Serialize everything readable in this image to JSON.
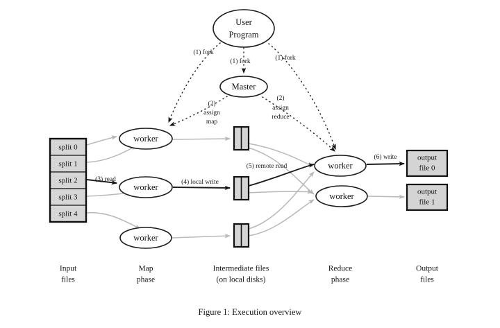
{
  "figure": {
    "caption": "Figure 1: Execution overview",
    "background_color": "#ffffff",
    "box_fill_color": "#d4d4d4",
    "faint_edge_color": "#b8b8b8",
    "dark_edge_color": "#1d1d1d"
  },
  "nodes": {
    "user_program": {
      "line1": "User",
      "line2": "Program"
    },
    "master": {
      "label": "Master"
    },
    "map_workers": [
      {
        "label": "worker"
      },
      {
        "label": "worker"
      },
      {
        "label": "worker"
      }
    ],
    "reduce_workers": [
      {
        "label": "worker"
      },
      {
        "label": "worker"
      }
    ]
  },
  "input_splits": [
    {
      "label": "split 0"
    },
    {
      "label": "split 1"
    },
    {
      "label": "split 2"
    },
    {
      "label": "split 3"
    },
    {
      "label": "split 4"
    }
  ],
  "intermediate_files": [
    {
      "name": "intermediate-file-0"
    },
    {
      "name": "intermediate-file-1"
    },
    {
      "name": "intermediate-file-2"
    }
  ],
  "output_files": [
    {
      "line1": "output",
      "line2": "file 0"
    },
    {
      "line1": "output",
      "line2": "file 1"
    }
  ],
  "edge_labels": {
    "fork_left": "(1) fork",
    "fork_center": "(1) fork",
    "fork_right": "(1) fork",
    "assign_map_num": "(2)",
    "assign_map_l1": "assign",
    "assign_map_l2": "map",
    "assign_reduce_num": "(2)",
    "assign_reduce_l1": "assign",
    "assign_reduce_l2": "reduce",
    "read": "(3) read",
    "local_write": "(4) local write",
    "remote_read": "(5) remote read",
    "write": "(6) write"
  },
  "phase_labels": [
    {
      "line1": "Input",
      "line2": "files"
    },
    {
      "line1": "Map",
      "line2": "phase"
    },
    {
      "line1": "Intermediate files",
      "line2": "(on local disks)"
    },
    {
      "line1": "Reduce",
      "line2": "phase"
    },
    {
      "line1": "Output",
      "line2": "files"
    }
  ]
}
